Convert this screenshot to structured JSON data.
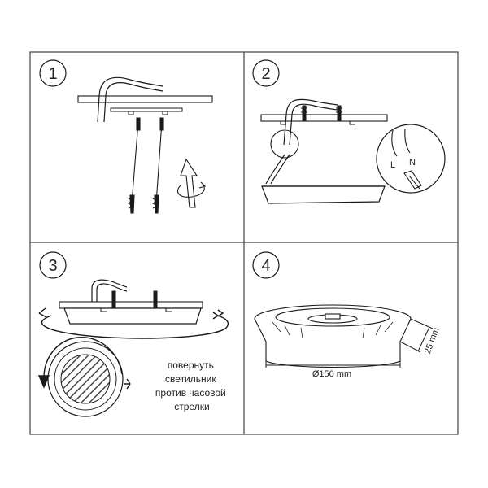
{
  "steps": [
    {
      "number": "1"
    },
    {
      "number": "2",
      "wire_labels": {
        "live": "L",
        "neutral": "N"
      }
    },
    {
      "number": "3",
      "caption_lines": [
        "повернуть",
        "светильник",
        "против часовой",
        "стрелки"
      ]
    },
    {
      "number": "4",
      "diameter_label": "Ø150 mm",
      "height_label": "25 mm"
    }
  ],
  "colors": {
    "line": "#1a1a1a",
    "frame": "#444444",
    "hatch": "#555555",
    "background": "#ffffff"
  }
}
